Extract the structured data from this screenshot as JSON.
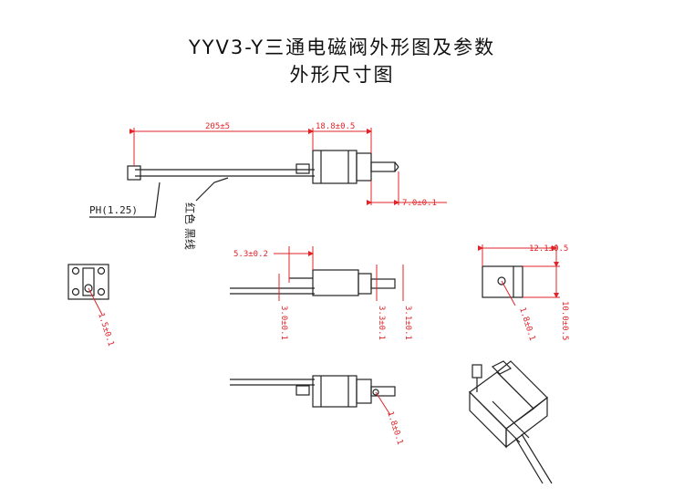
{
  "title_line1": "YYV3-Y三通电磁阀外形图及参数",
  "title_line2": "外形尺寸图",
  "dimensions": {
    "cable_length": "205±5",
    "body_length": "18.8±0.5",
    "nozzle_length": "7.0±0.1",
    "side_offset": "5.3±0.2",
    "height_3": "3.0±0.1",
    "nozzle_dia_1": "3.3±0.1",
    "nozzle_dia_2": "3.1±0.1",
    "width": "12.1±0.5",
    "height_10": "10.0±0.5",
    "hole_dia_front": "1.5±0.1",
    "hole_dia_side": "1.8±0.1",
    "hole_dia_bottom": "1.8±0.1"
  },
  "labels": {
    "connector": "PH(1.25)",
    "wire_note": "红色 黑线"
  },
  "colors": {
    "dimension": "#e0242a",
    "line": "#222222"
  }
}
